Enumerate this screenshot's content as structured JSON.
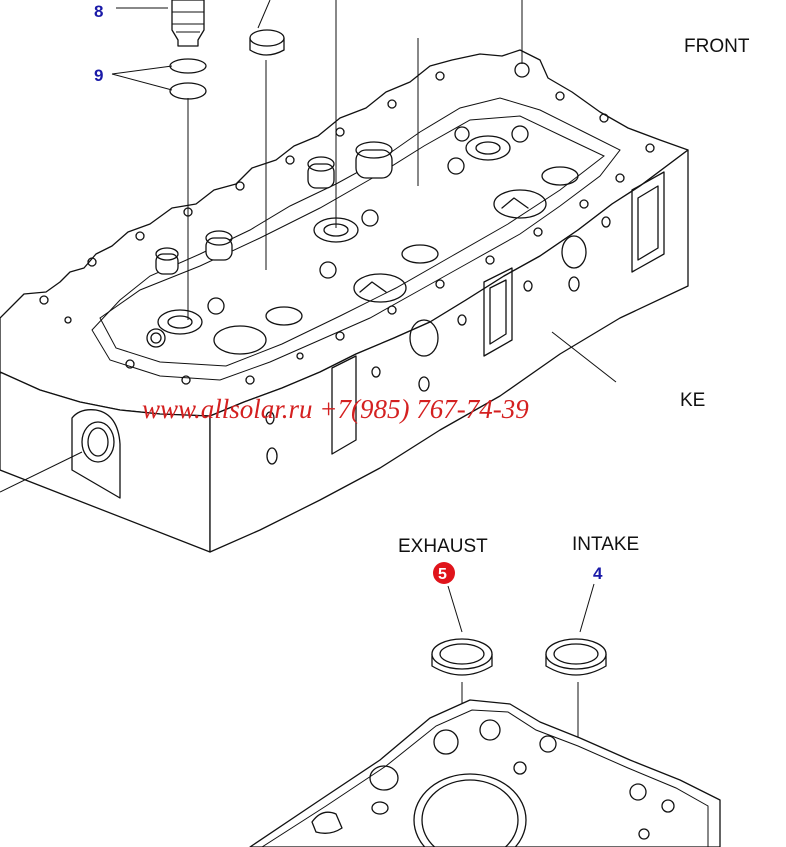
{
  "labels": {
    "front": "FRONT",
    "intake_cut": "KE",
    "exhaust": "EXHAUST",
    "intake": "INTAKE"
  },
  "callouts": {
    "c8": "8",
    "c9": "9",
    "c5": "5",
    "c4": "4"
  },
  "watermark": "www.allsolar.ru +7(985) 767-74-39",
  "colors": {
    "callout_blue": "#1a1aa8",
    "callout_red": "#e0141b",
    "watermark_red": "#d42020",
    "line": "#111111"
  }
}
